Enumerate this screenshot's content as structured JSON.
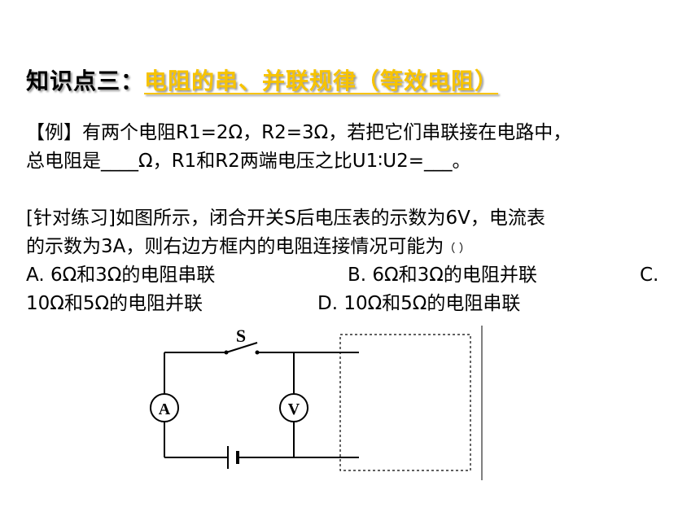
{
  "heading": {
    "prefix": "知识点三：",
    "highlight": "电阻的串、并联规律（等效电阻）"
  },
  "example": {
    "line1": "【例】有两个电阻R1=2Ω，R2=3Ω，若把它们串联接在电路中，",
    "line2": "总电阻是____Ω，R1和R2两端电压之比U1∶U2=___。"
  },
  "practice": {
    "line1": "[针对练习]如图所示，闭合开关S后电压表的示数为6V，电流表",
    "line2": "的示数为3A，则右边方框内的电阻连接情况可能为",
    "bracket": "（      ）"
  },
  "options": {
    "a": "A. 6Ω和3Ω的电阻串联",
    "b": "B. 6Ω和3Ω的电阻并联",
    "c": "C.",
    "c_cont": "10Ω和5Ω的电阻并联",
    "d": "D. 10Ω和5Ω的电阻串联"
  },
  "circuit": {
    "switch_label": "S",
    "ammeter_label": "A",
    "voltmeter_label": "V"
  }
}
